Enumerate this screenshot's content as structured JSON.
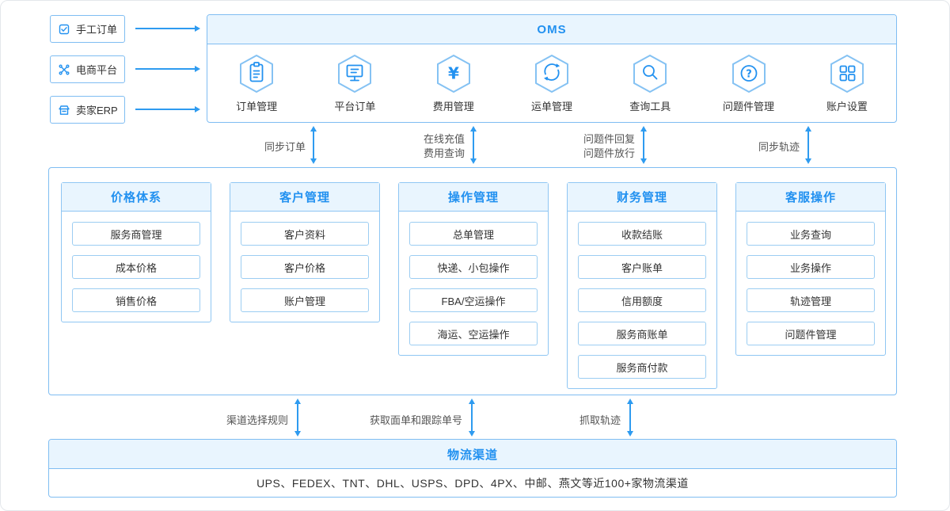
{
  "colors": {
    "accent": "#2291f0",
    "panel_border": "#7fbdf2",
    "arrow": "#2e9bf0",
    "header_bg": "#e9f5fe",
    "text": "#333333",
    "flow_label": "#555555"
  },
  "sources": {
    "items": [
      {
        "label": "手工订单",
        "icon": "manual-order-icon"
      },
      {
        "label": "电商平台",
        "icon": "ecommerce-platform-icon"
      },
      {
        "label": "卖家ERP",
        "icon": "seller-erp-icon"
      }
    ]
  },
  "oms": {
    "title": "OMS",
    "modules": [
      {
        "label": "订单管理",
        "icon": "order-management-icon"
      },
      {
        "label": "平台订单",
        "icon": "platform-order-icon"
      },
      {
        "label": "费用管理",
        "icon": "fee-management-icon"
      },
      {
        "label": "运单管理",
        "icon": "waybill-management-icon"
      },
      {
        "label": "查询工具",
        "icon": "query-tool-icon"
      },
      {
        "label": "问题件管理",
        "icon": "problem-management-icon"
      },
      {
        "label": "账户设置",
        "icon": "account-settings-icon"
      }
    ]
  },
  "top_flows": [
    {
      "lines": [
        "同步订单"
      ]
    },
    {
      "lines": [
        "在线充值",
        "费用查询"
      ]
    },
    {
      "lines": [
        "问题件回复",
        "问题件放行"
      ]
    },
    {
      "lines": [
        "同步轨迹"
      ]
    }
  ],
  "modules_panel": {
    "columns": [
      {
        "title": "价格体系",
        "items": [
          "服务商管理",
          "成本价格",
          "销售价格"
        ]
      },
      {
        "title": "客户管理",
        "items": [
          "客户资料",
          "客户价格",
          "账户管理"
        ]
      },
      {
        "title": "操作管理",
        "items": [
          "总单管理",
          "快递、小包操作",
          "FBA/空运操作",
          "海运、空运操作"
        ]
      },
      {
        "title": "财务管理",
        "items": [
          "收款结账",
          "客户账单",
          "信用额度",
          "服务商账单",
          "服务商付款"
        ]
      },
      {
        "title": "客服操作",
        "items": [
          "业务查询",
          "业务操作",
          "轨迹管理",
          "问题件管理"
        ]
      }
    ]
  },
  "bottom_flows": [
    {
      "lines": [
        "渠道选择规则"
      ]
    },
    {
      "lines": [
        "获取面单和跟踪单号"
      ]
    },
    {
      "lines": [
        "抓取轨迹"
      ]
    }
  ],
  "logistics": {
    "title": "物流渠道",
    "body": "UPS、FEDEX、TNT、DHL、USPS、DPD、4PX、中邮、燕文等近100+家物流渠道"
  }
}
